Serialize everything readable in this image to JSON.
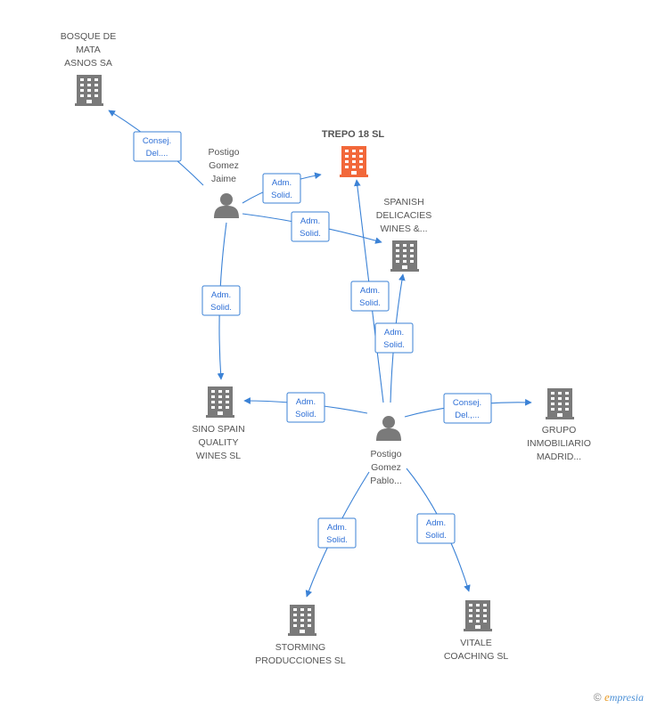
{
  "colors": {
    "building": "#7a7a7a",
    "building_highlight": "#f2683a",
    "person": "#7a7a7a",
    "edge": "#3b82d6",
    "text": "#555555"
  },
  "nodes": {
    "bosque": {
      "lines": [
        "BOSQUE DE",
        "MATA",
        "ASNOS SA"
      ],
      "icon": "building-icon"
    },
    "trepo": {
      "lines": [
        "TREPO 18 SL"
      ],
      "icon": "building-icon"
    },
    "spanish": {
      "lines": [
        "SPANISH",
        "DELICACIES",
        "WINES &..."
      ],
      "icon": "building-icon"
    },
    "jaime": {
      "lines": [
        "Postigo",
        "Gomez",
        "Jaime"
      ],
      "icon": "person-icon"
    },
    "sino": {
      "lines": [
        "SINO SPAIN",
        "QUALITY",
        "WINES SL"
      ],
      "icon": "building-icon"
    },
    "pablo": {
      "lines": [
        "Postigo",
        "Gomez",
        "Pablo..."
      ],
      "icon": "person-icon"
    },
    "grupo": {
      "lines": [
        "GRUPO",
        "INMOBILIARIO",
        "MADRID..."
      ],
      "icon": "building-icon"
    },
    "storming": {
      "lines": [
        "STORMING",
        "PRODUCCIONES SL"
      ],
      "icon": "building-icon"
    },
    "vitale": {
      "lines": [
        "VITALE",
        "COACHING  SL"
      ],
      "icon": "building-icon"
    }
  },
  "edges": {
    "jaime_bosque": [
      "Consej.",
      "Del...."
    ],
    "jaime_trepo": [
      "Adm.",
      "Solid."
    ],
    "jaime_spanish": [
      "Adm.",
      "Solid."
    ],
    "jaime_sino": [
      "Adm.",
      "Solid."
    ],
    "pablo_trepo": [
      "Adm.",
      "Solid."
    ],
    "pablo_spanish": [
      "Adm.",
      "Solid."
    ],
    "pablo_sino": [
      "Adm.",
      "Solid."
    ],
    "pablo_grupo": [
      "Consej.",
      "Del.,..."
    ],
    "pablo_storming": [
      "Adm.",
      "Solid."
    ],
    "pablo_vitale": [
      "Adm.",
      "Solid."
    ]
  },
  "footer": {
    "copyright": "©",
    "brand_first": "e",
    "brand_rest": "mpresia"
  }
}
